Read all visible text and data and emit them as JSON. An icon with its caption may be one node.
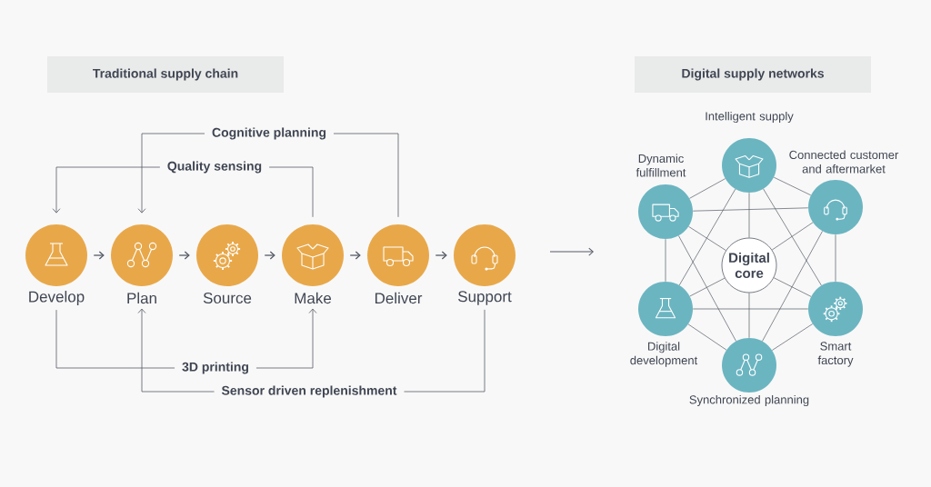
{
  "diagram": {
    "nodes": [
      {
        "text": [
          "Traditional supply chain"
        ]
      },
      {
        "text": [
          "Digital supply networks"
        ]
      },
      {
        "text": [
          "Develop"
        ]
      },
      {
        "text": [
          "Plan"
        ]
      },
      {
        "text": [
          "Source"
        ]
      },
      {
        "text": [
          "Make"
        ]
      },
      {
        "text": [
          "Deliver"
        ]
      },
      {
        "text": [
          "Support"
        ]
      },
      {
        "text": [
          "Intelligent supply"
        ]
      },
      {
        "text": [
          "Dynamic fulfillment"
        ]
      },
      {
        "text": [
          "Connected customer and aftermarket"
        ]
      },
      {
        "text": [
          "Digital core"
        ]
      },
      {
        "text": [
          "Digital development"
        ]
      },
      {
        "text": [
          "Smart factory"
        ]
      },
      {
        "text": [
          "Synchronized planning"
        ]
      }
    ],
    "edges": [
      {
        "from": 2,
        "to": 3,
        "arrow": "to"
      },
      {
        "from": 3,
        "to": 4,
        "arrow": "to"
      },
      {
        "from": 4,
        "to": 5,
        "arrow": "to"
      },
      {
        "from": 5,
        "to": 6,
        "arrow": "to"
      },
      {
        "from": 6,
        "to": 7,
        "arrow": "to"
      },
      {
        "from": 6,
        "to": 3,
        "arrow": "to",
        "label": "Cognitive planning"
      },
      {
        "from": 5,
        "to": 2,
        "arrow": "to",
        "label": "Quality sensing"
      },
      {
        "from": 2,
        "to": 5,
        "arrow": "to",
        "label": "3D printing"
      },
      {
        "from": 7,
        "to": 3,
        "arrow": "to",
        "label": "Sensor driven replenishment"
      },
      {
        "from": 8,
        "to": 11,
        "arrow": "none"
      },
      {
        "from": 9,
        "to": 11,
        "arrow": "none"
      },
      {
        "from": 10,
        "to": 11,
        "arrow": "none"
      },
      {
        "from": 11,
        "to": 12,
        "arrow": "none"
      },
      {
        "from": 11,
        "to": 13,
        "arrow": "none"
      },
      {
        "from": 11,
        "to": 14,
        "arrow": "none"
      },
      {
        "from": 8,
        "to": 9,
        "arrow": "none"
      },
      {
        "from": 8,
        "to": 10,
        "arrow": "none"
      },
      {
        "from": 8,
        "to": 12,
        "arrow": "none"
      },
      {
        "from": 8,
        "to": 13,
        "arrow": "none"
      },
      {
        "from": 9,
        "to": 10,
        "arrow": "none"
      },
      {
        "from": 9,
        "to": 12,
        "arrow": "none"
      },
      {
        "from": 9,
        "to": 14,
        "arrow": "none"
      },
      {
        "from": 10,
        "to": 13,
        "arrow": "none"
      },
      {
        "from": 10,
        "to": 14,
        "arrow": "none"
      },
      {
        "from": 12,
        "to": 13,
        "arrow": "none"
      },
      {
        "from": 12,
        "to": 14,
        "arrow": "none"
      },
      {
        "from": 13,
        "to": 14,
        "arrow": "none"
      }
    ]
  }
}
